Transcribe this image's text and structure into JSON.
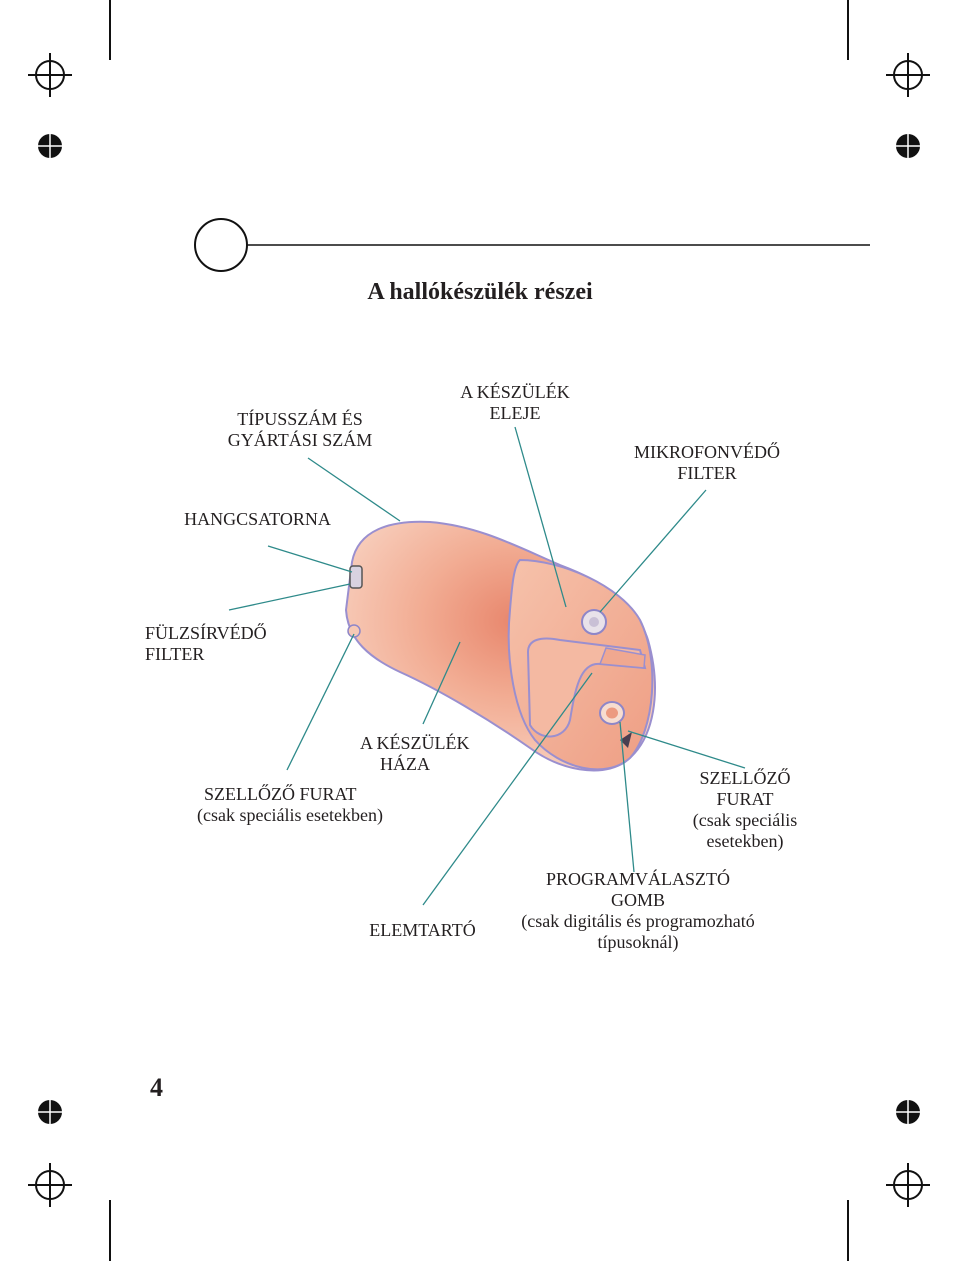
{
  "page": {
    "title": "A hallókészülék részei",
    "page_number": "4"
  },
  "labels": {
    "tipusszam_1": "TÍPUSSZÁM ÉS",
    "tipusszam_2": "GYÁRTÁSI SZÁM",
    "eleje_1": "A KÉSZÜLÉK",
    "eleje_2": "ELEJE",
    "mikrofon_1": "MIKROFONVÉDŐ",
    "mikrofon_2": "FILTER",
    "hangcsatorna": "HANGCSATORNA",
    "fulzsir_1": "FÜLZSÍRVÉDŐ",
    "fulzsir_2": "FILTER",
    "haza_1": "A KÉSZÜLÉK",
    "haza_2": "HÁZA",
    "szellozo_left_1": "SZELLŐZŐ FURAT",
    "szellozo_left_2": "(csak speciális esetekben)",
    "szellozo_right_1": "SZELLŐZŐ",
    "szellozo_right_2": "FURAT",
    "szellozo_right_3": "(csak speciális",
    "szellozo_right_4": "esetekben)",
    "program_1": "PROGRAMVÁLASZTÓ",
    "program_2": "GOMB",
    "program_3": "(csak digitális és programozható",
    "program_4": "típusoknál)",
    "elemtarto": "ELEMTARTÓ"
  },
  "colors": {
    "text": "#231f20",
    "leader_line": "#2e8a8a",
    "device_light": "#f6c4ae",
    "device_mid": "#ec9a80",
    "device_outline": "#8e86c8"
  }
}
